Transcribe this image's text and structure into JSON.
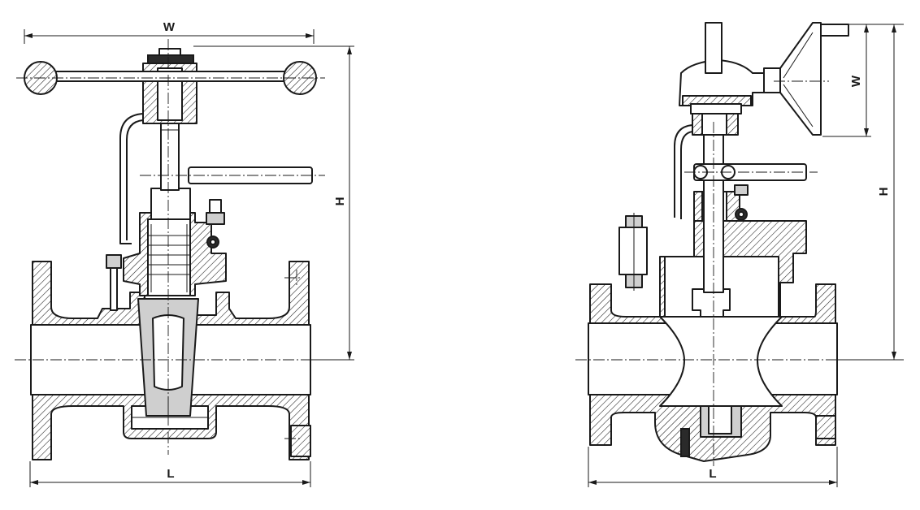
{
  "left_valve": {
    "dims": {
      "w": "W",
      "h": "H",
      "l": "L"
    }
  },
  "right_valve": {
    "dims": {
      "w": "W",
      "h": "H",
      "l": "L"
    }
  }
}
